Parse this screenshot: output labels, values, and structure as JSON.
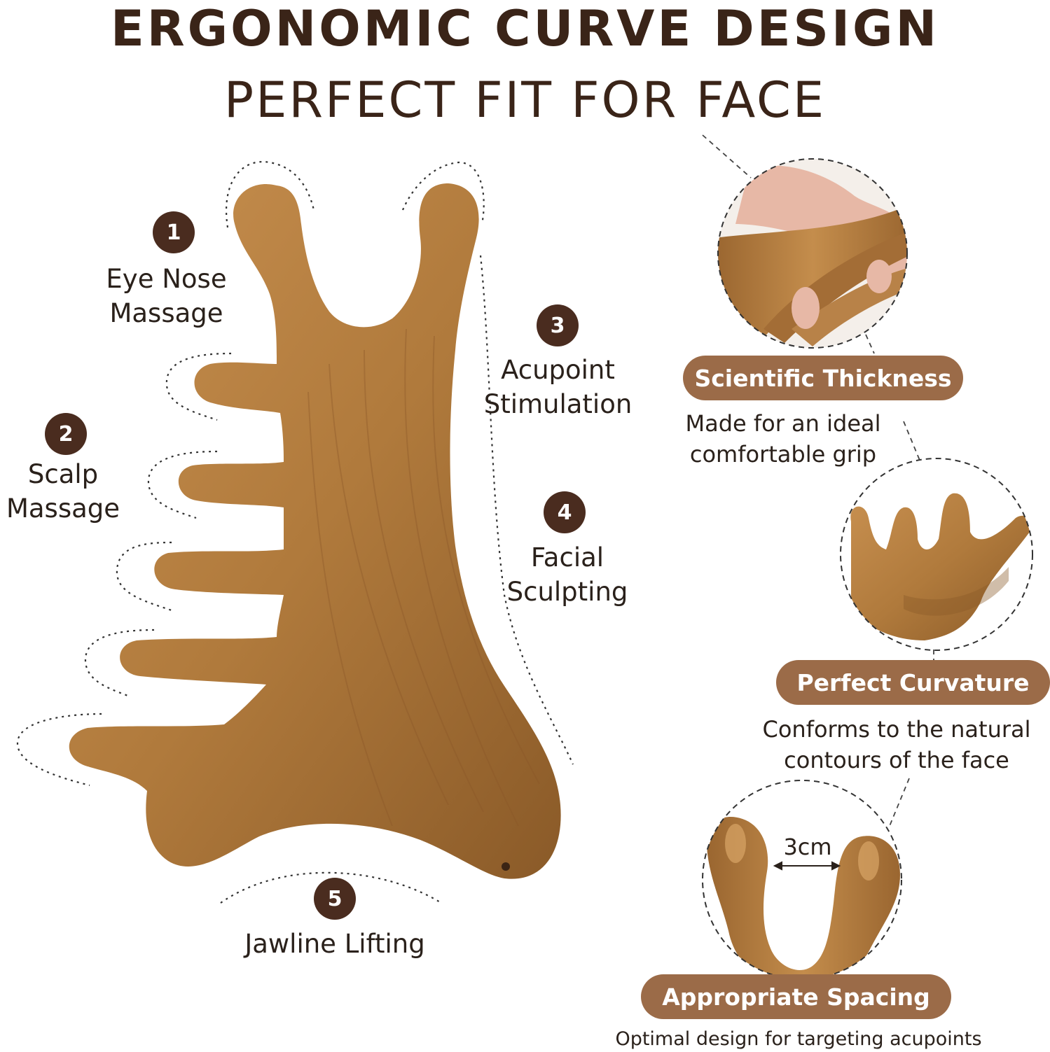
{
  "header": {
    "line1": "ERGONOMIC CURVE DESIGN",
    "line2": "PERFECT FIT FOR FACE"
  },
  "features": [
    {
      "num": "1",
      "line1": "Eye Nose",
      "line2": "Massage"
    },
    {
      "num": "2",
      "line1": "Scalp",
      "line2": "Massage"
    },
    {
      "num": "3",
      "line1": "Acupoint",
      "line2": "Stimulation"
    },
    {
      "num": "4",
      "line1": "Facial",
      "line2": "Sculpting"
    },
    {
      "num": "5",
      "line1": "Jawline Lifting"
    }
  ],
  "details": [
    {
      "title": "Scientific Thickness",
      "line1": "Made for an ideal",
      "line2": "comfortable grip"
    },
    {
      "title": "Perfect Curvature",
      "line1": "Conforms to the natural",
      "line2": "contours of the face"
    },
    {
      "title": "Appropriate Spacing",
      "line1": "Optimal design for targeting acupoints",
      "measure": "3cm"
    }
  ],
  "colors": {
    "wood": "#b07a3c",
    "wood_dark": "#8a5a28",
    "badge": "#4a2c1f",
    "pill": "#9b6b48"
  }
}
